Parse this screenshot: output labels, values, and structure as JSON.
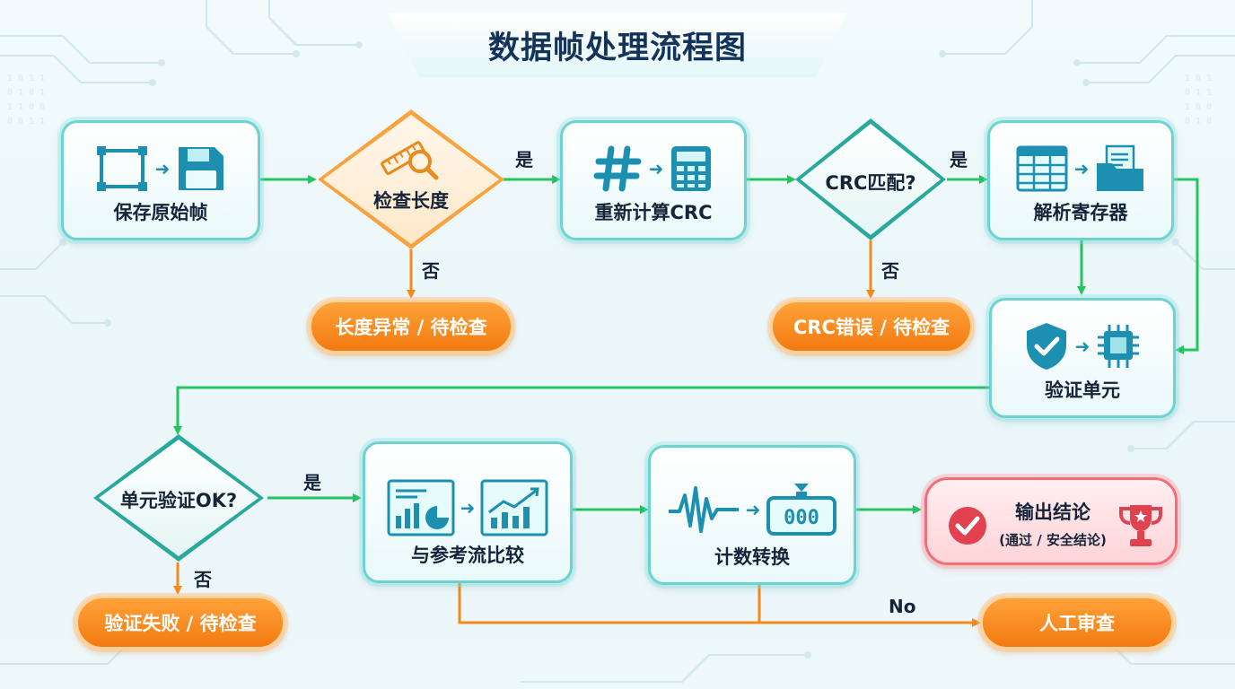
{
  "title": "数据帧处理流程图",
  "nodes": {
    "save_frame": "保存原始帧",
    "check_length": "检查长度",
    "length_error": "长度异常 / 待检查",
    "recalc_crc": "重新计算CRC",
    "crc_match": "CRC匹配?",
    "crc_error": "CRC错误 / 待检查",
    "parse_registers": "解析寄存器",
    "verify_unit": "验证单元",
    "unit_ok": "单元验证OK?",
    "verify_fail": "验证失败 / 待检查",
    "compare_reference": "与参考流比较",
    "count_convert": "计数转换",
    "output_conclusion": "输出结论",
    "output_conclusion_sub": "(通过 / 安全结论)",
    "manual_review": "人工审查"
  },
  "edge_labels": {
    "yes_1": "是",
    "no_1": "否",
    "yes_2": "是",
    "no_2": "否",
    "yes_3": "是",
    "no_3": "否",
    "no_english": "No"
  },
  "counter_display": "000",
  "colors": {
    "flow_green": "#22c55e",
    "fail_orange": "#f28a1c",
    "node_border": "#6dd3d1",
    "decision_orange": "#f7a440",
    "decision_teal": "#2aa89c",
    "result_red": "#f06f78",
    "icon_teal": "#1d8fb0"
  },
  "icons": {
    "save_frame": [
      "frame-select-icon",
      "floppy-disk-icon"
    ],
    "check_length": [
      "ruler-magnifier-icon"
    ],
    "recalc_crc": [
      "hash-icon",
      "calculator-icon"
    ],
    "parse_registers": [
      "table-icon",
      "folder-document-icon"
    ],
    "verify_unit": [
      "shield-check-icon",
      "chip-icon"
    ],
    "compare_reference": [
      "dashboard-chart-icon",
      "trend-chart-icon"
    ],
    "count_convert": [
      "waveform-icon",
      "counter-display-icon"
    ],
    "output_conclusion": [
      "check-circle-icon",
      "trophy-icon"
    ]
  }
}
